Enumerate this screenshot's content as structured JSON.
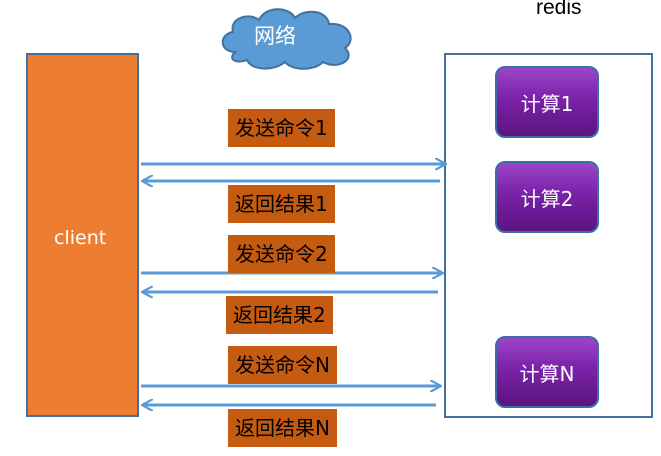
{
  "network": {
    "label": "网络"
  },
  "server": {
    "label": "redis"
  },
  "client": {
    "label": "client"
  },
  "computations": [
    {
      "label": "计算1"
    },
    {
      "label": "计算2"
    },
    {
      "label": "计算N"
    }
  ],
  "exchanges": [
    {
      "send_label": "发送命令1",
      "return_label": "返回结果1"
    },
    {
      "send_label": "发送命令2",
      "return_label": "返回结果2"
    },
    {
      "send_label": "发送命令N",
      "return_label": "返回结果N"
    }
  ],
  "colors": {
    "client": "#ed7d31",
    "label_box": "#c55a11",
    "compute": "#7a22a8",
    "arrow": "#5b9bd5",
    "cloud": "#5b9bd5"
  }
}
